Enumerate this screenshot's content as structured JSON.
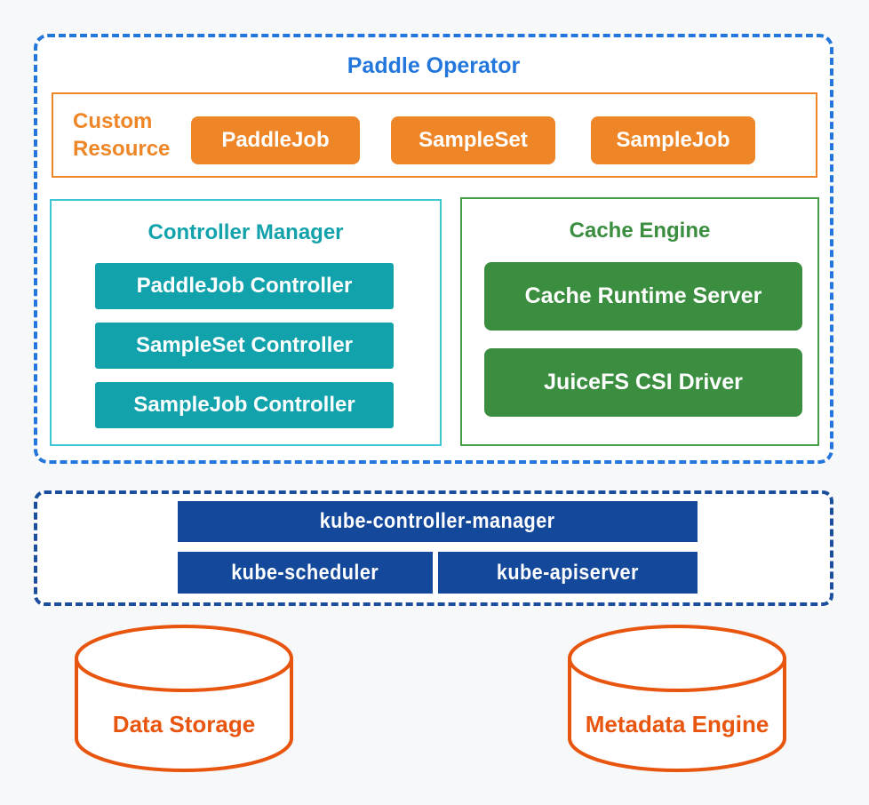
{
  "colors": {
    "background": "#f7f8f9",
    "operator_blue": "#2377DC",
    "orange": "#EE8628",
    "teal": "#12A2AC",
    "teal_border": "#3EC6D2",
    "green": "#3B8E3F",
    "green_border": "#43A047",
    "k8s_blue": "#14489B",
    "k8s_border": "#1C4E9E",
    "storage_orange": "#E8550F"
  },
  "operator": {
    "title": "Paddle Operator",
    "custom_resource": {
      "label_line1": "Custom",
      "label_line2": "Resource",
      "buttons": [
        "PaddleJob",
        "SampleSet",
        "SampleJob"
      ]
    },
    "controller_manager": {
      "title": "Controller Manager",
      "buttons": [
        "PaddleJob Controller",
        "SampleSet Controller",
        "SampleJob Controller"
      ]
    },
    "cache_engine": {
      "title": "Cache Engine",
      "buttons": [
        "Cache Runtime Server",
        "JuiceFS CSI Driver"
      ]
    }
  },
  "kubernetes": {
    "buttons": [
      "kube-controller-manager",
      "kube-scheduler",
      "kube-apiserver"
    ]
  },
  "storage": {
    "cylinders": [
      "Data Storage",
      "Metadata Engine"
    ]
  }
}
